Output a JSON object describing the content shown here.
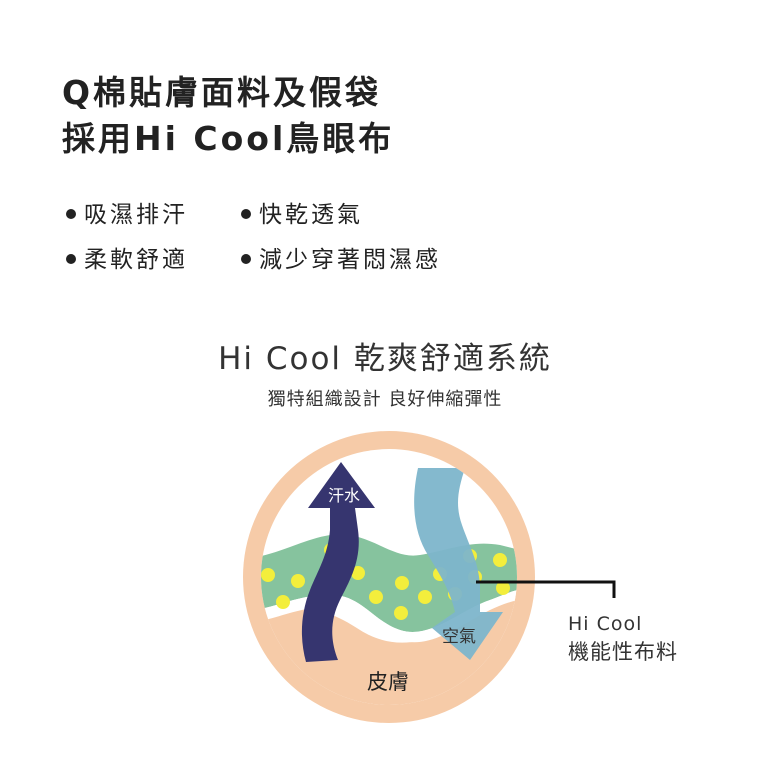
{
  "headline": {
    "line1": "Q棉貼膚面料及假袋",
    "line2": "採用Hi Cool鳥眼布"
  },
  "features": [
    {
      "label": "吸濕排汗"
    },
    {
      "label": "快乾透氣"
    },
    {
      "label": "柔軟舒適"
    },
    {
      "label": "減少穿著悶濕感"
    }
  ],
  "system": {
    "title": "Hi Cool 乾爽舒適系統",
    "subtitle": "獨特組織設計  良好伸縮彈性"
  },
  "diagram": {
    "sweat_label": "汗水",
    "air_label": "空氣",
    "skin_label": "皮膚",
    "callout_line1": "Hi Cool",
    "callout_line2": "機能性布料",
    "colors": {
      "skin_ring": "#F6CBA8",
      "fabric_green": "#86C39E",
      "dots_yellow": "#F3EE3C",
      "sweat_arrow": "#36356F",
      "air_arrow": "#7DB5CB",
      "leader_line": "#111111"
    }
  }
}
